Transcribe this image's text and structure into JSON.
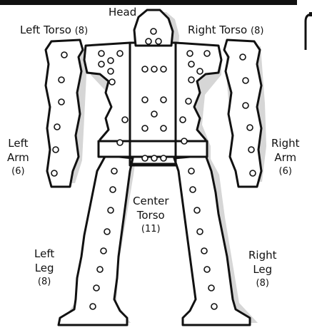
{
  "record_sheet": {
    "labels": {
      "head": "Head",
      "left_torso": "Left Torso",
      "left_torso_count": "(8)",
      "right_torso": "Right Torso",
      "right_torso_count": "(8)",
      "left_arm_line1": "Left",
      "left_arm_line2": "Arm",
      "left_arm_count": "(6)",
      "right_arm_line1": "Right",
      "right_arm_line2": "Arm",
      "right_arm_count": "(6)",
      "center_torso_line1": "Center",
      "center_torso_line2": "Torso",
      "center_torso_count": "(11)",
      "left_leg_line1": "Left",
      "left_leg_line2": "Leg",
      "left_leg_count": "(8)",
      "right_leg_line1": "Right",
      "right_leg_line2": "Leg",
      "right_leg_count": "(8)"
    },
    "colors": {
      "outline": "#111111",
      "shadow": "#d6d6d6",
      "fill": "#ffffff",
      "header_bar": "#111111"
    }
  }
}
